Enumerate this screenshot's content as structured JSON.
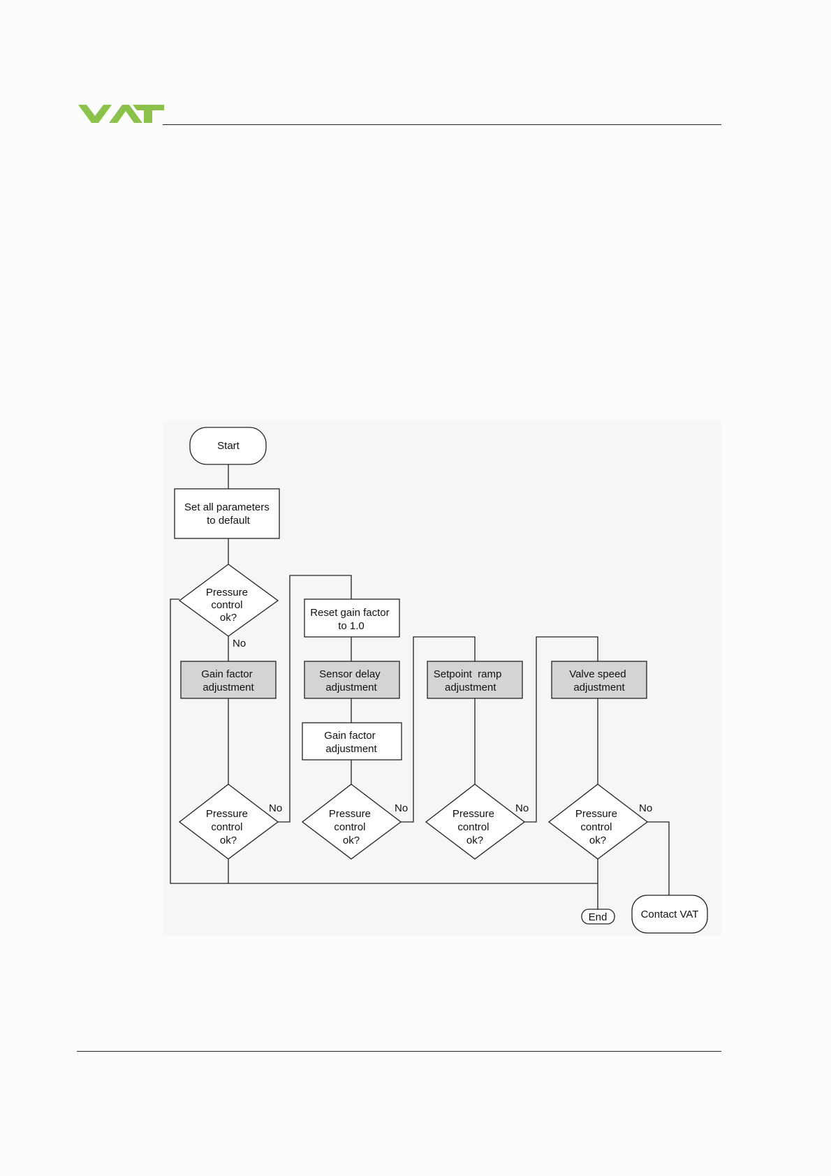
{
  "header": {
    "logo_text": "VAT",
    "brand_color": "#8bc34a"
  },
  "flowchart": {
    "start": "Start",
    "set_defaults": [
      "Set all parameters",
      "to default"
    ],
    "decision_1": [
      "Pressure",
      "control",
      "ok?"
    ],
    "gain_factor_adjustment_1": [
      "Gain factor",
      "adjustment"
    ],
    "decision_2": [
      "Pressure",
      "control",
      "ok?"
    ],
    "reset_gain": [
      "Reset gain factor",
      "to 1.0"
    ],
    "sensor_delay": [
      "Sensor delay",
      "adjustment"
    ],
    "gain_factor_adjustment_2": [
      "Gain factor",
      "adjustment"
    ],
    "decision_3": [
      "Pressure",
      "control",
      "ok?"
    ],
    "setpoint_ramp": [
      "Setpoint  ramp",
      "adjustment"
    ],
    "decision_4": [
      "Pressure",
      "control",
      "ok?"
    ],
    "valve_speed": [
      "Valve speed",
      "adjustment"
    ],
    "decision_5": [
      "Pressure",
      "control",
      "ok?"
    ],
    "no_label": "No",
    "end": "End",
    "contact": "Contact VAT",
    "colors": {
      "highlight_box": "#d4d4d4",
      "panel_bg": "#f7f7f7",
      "line": "#222222"
    }
  }
}
